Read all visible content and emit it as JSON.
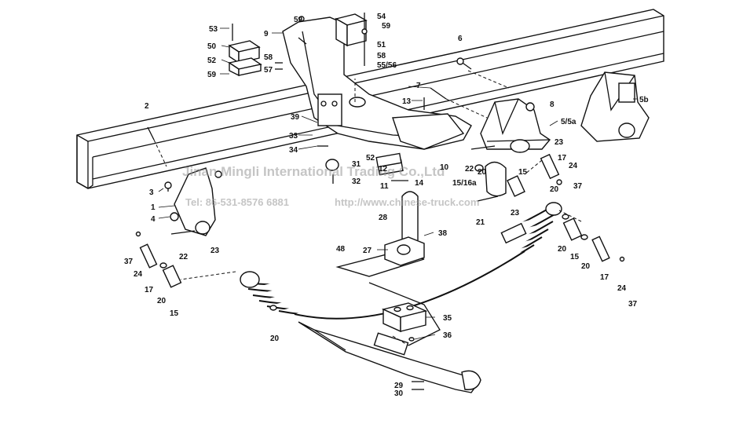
{
  "watermark": {
    "company": "Jinan Mingli International Trading Co.,Ltd",
    "tel": "Tel: 86-531-8576 6881",
    "web": "http://www.chinese-truck.com"
  },
  "labels": {
    "l2": "2",
    "l3": "3",
    "l1": "1",
    "l4": "4",
    "l5b": "5b",
    "l5_5a": "5/5a",
    "l6": "6",
    "l7": "7",
    "l8": "8",
    "l9": "9",
    "l10": "10",
    "l11": "11",
    "l12": "12",
    "l13": "13",
    "l14": "14",
    "l15a": "15",
    "l15b": "15",
    "l15c": "15",
    "l15_16a": "15/16a",
    "l17a": "17",
    "l17b": "17",
    "l17c": "17",
    "l20a": "20",
    "l20b": "20",
    "l20c": "20",
    "l20d": "20",
    "l20e": "20",
    "l20f": "20",
    "l21": "21",
    "l22a": "22",
    "l22b": "22",
    "l23a": "23",
    "l23b": "23",
    "l23c": "23",
    "l24a": "24",
    "l24b": "24",
    "l24c": "24",
    "l27": "27",
    "l28": "28",
    "l29": "29",
    "l30": "30",
    "l31": "31",
    "l32": "32",
    "l33": "33",
    "l34": "34",
    "l35": "35",
    "l36": "36",
    "l37a": "37",
    "l37b": "37",
    "l37c": "37",
    "l38": "38",
    "l39": "39",
    "l48": "48",
    "l50": "50",
    "l51": "51",
    "l52a": "52",
    "l52b": "52",
    "l53": "53",
    "l54": "54",
    "l55_56": "55/56",
    "l57": "57",
    "l58a": "58",
    "l58b": "58",
    "l59a": "59",
    "l59b": "59",
    "l59c": "59"
  }
}
